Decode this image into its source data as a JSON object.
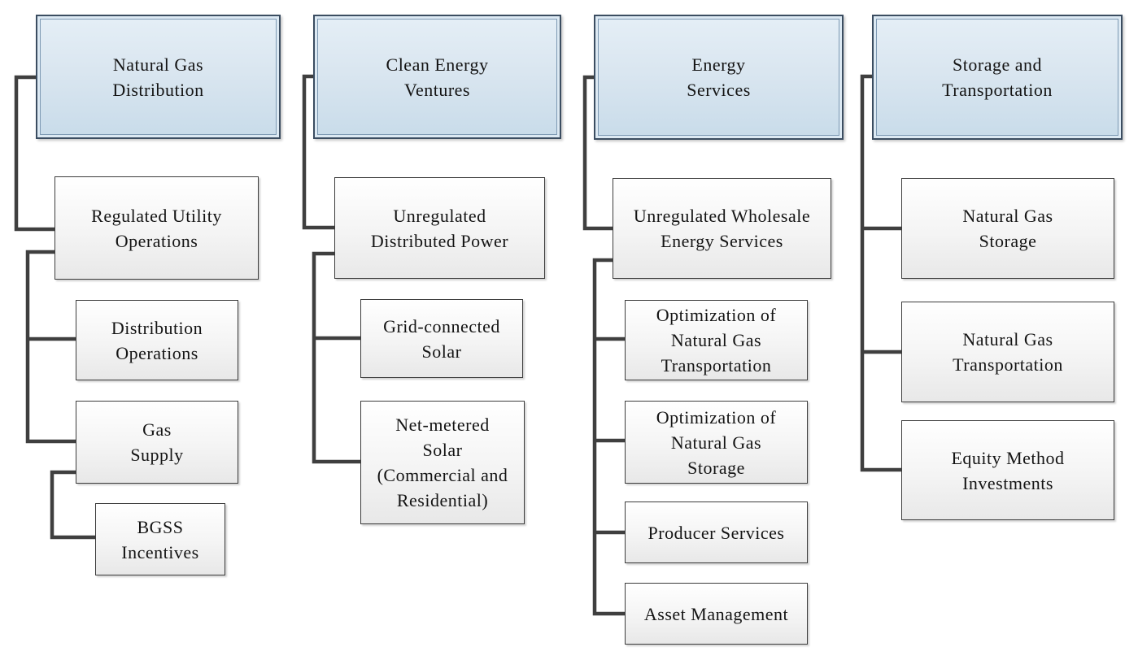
{
  "diagram": {
    "kind": "org-chart",
    "colors": {
      "header_fill_top": "#e4eef6",
      "header_fill_bottom": "#c9dcea",
      "header_border_outer": "#3b4d61",
      "header_border_inner": "#7e9ab4",
      "node_fill_top": "#ffffff",
      "node_fill_bottom": "#e8e8e8",
      "node_border": "#3c3c3c",
      "connector": "#3f3f3f",
      "text": "#141414",
      "background": "#ffffff"
    },
    "columns": [
      {
        "header": {
          "label": "Natural Gas\nDistribution"
        },
        "nodes": [
          {
            "label": "Regulated Utility\nOperations"
          },
          {
            "label": "Distribution\nOperations"
          },
          {
            "label": "Gas\nSupply"
          },
          {
            "label": "BGSS\nIncentives"
          }
        ]
      },
      {
        "header": {
          "label": "Clean Energy\nVentures"
        },
        "nodes": [
          {
            "label": "Unregulated\nDistributed Power"
          },
          {
            "label": "Grid-connected\nSolar"
          },
          {
            "label": "Net-metered\nSolar\n(Commercial and\nResidential)"
          }
        ]
      },
      {
        "header": {
          "label": "Energy\nServices"
        },
        "nodes": [
          {
            "label": "Unregulated Wholesale\nEnergy Services"
          },
          {
            "label": "Optimization of\nNatural Gas\nTransportation"
          },
          {
            "label": "Optimization of\nNatural Gas\nStorage"
          },
          {
            "label": "Producer Services"
          },
          {
            "label": "Asset Management"
          }
        ]
      },
      {
        "header": {
          "label": "Storage and\nTransportation"
        },
        "nodes": [
          {
            "label": "Natural Gas\nStorage"
          },
          {
            "label": "Natural Gas\nTransportation"
          },
          {
            "label": "Equity Method\nInvestments"
          }
        ]
      }
    ]
  }
}
